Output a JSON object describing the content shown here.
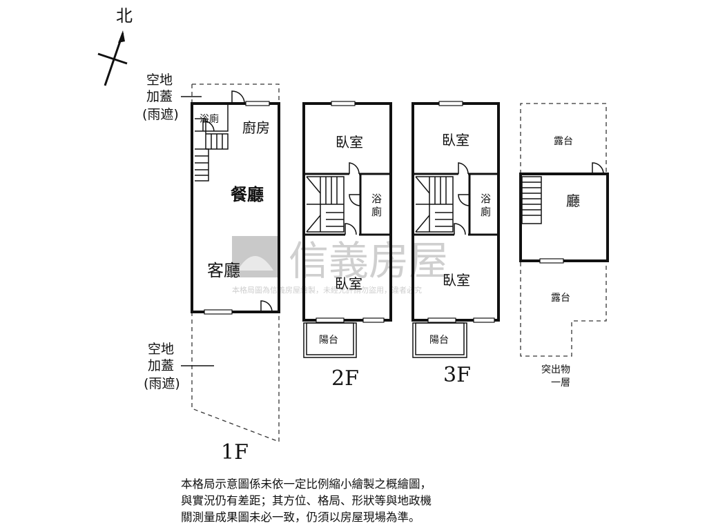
{
  "compass": {
    "label": "北"
  },
  "floors": {
    "f1": {
      "name": "1F",
      "covered_top": [
        "空地",
        "加蓋",
        "(雨遮)"
      ],
      "covered_bottom": [
        "空地",
        "加蓋",
        "(雨遮)"
      ],
      "rooms": {
        "bath": "浴廁",
        "kitchen": "廚房",
        "dining": "餐廳",
        "living": "客廳"
      }
    },
    "f2": {
      "name": "2F",
      "rooms": {
        "bedroom_top": "臥室",
        "bath": [
          "浴",
          "廁"
        ],
        "bedroom_bottom": "臥室",
        "balcony": "陽台"
      }
    },
    "f3": {
      "name": "3F",
      "rooms": {
        "bedroom_top": "臥室",
        "bath": [
          "浴",
          "廁"
        ],
        "bedroom_bottom": "臥室",
        "balcony": "陽台"
      }
    },
    "roof": {
      "name": [
        "突出物",
        "一層"
      ],
      "rooms": {
        "terrace_top": "露台",
        "hall": "廳",
        "terrace_bottom": "露台"
      }
    }
  },
  "watermark": {
    "brand": "信義房屋",
    "notice": "本格局圖為信義房屋繪製，未經允許請勿盜用，違者必究"
  },
  "disclaimer": [
    "本格局示意圖係未依一定比例縮小繪製之概繪圖，",
    "與實況仍有差距；其方位、格局、形狀等與地政機",
    "關測量成果圖未必一致，仍須以房屋現場為準。"
  ]
}
